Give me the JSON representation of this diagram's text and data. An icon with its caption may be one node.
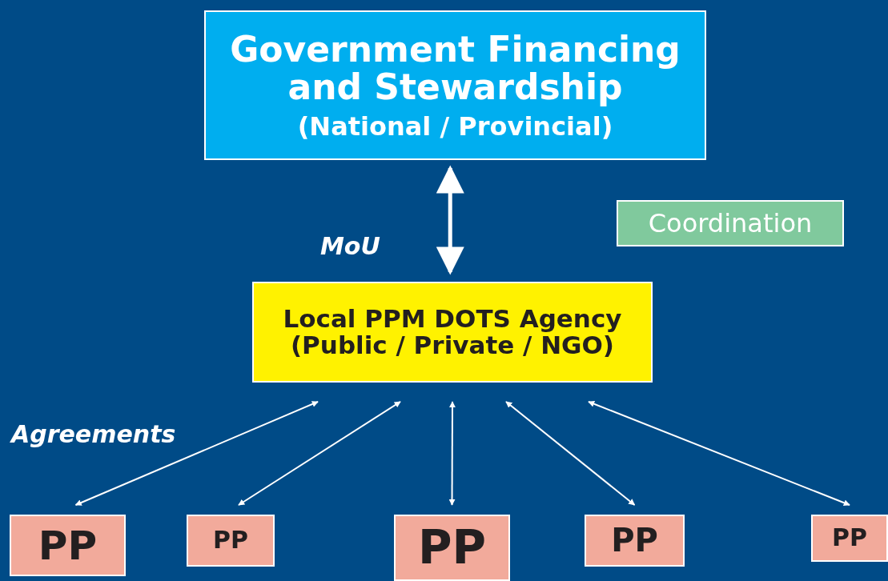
{
  "diagram": {
    "nodes": [
      {
        "text": [
          "Government Financing and Stewardship",
          "(National / Provincial)"
        ]
      },
      {
        "text": [
          "Coordination"
        ]
      },
      {
        "text": [
          "Local PPM DOTS Agency (Public / Private / NGO)"
        ]
      },
      {
        "text": [
          "PP"
        ]
      },
      {
        "text": [
          "PP"
        ]
      },
      {
        "text": [
          "PP"
        ]
      },
      {
        "text": [
          "PP"
        ]
      },
      {
        "text": [
          "PP"
        ]
      }
    ],
    "edges": [
      {
        "from": 0,
        "to": 2,
        "arrow": "both",
        "style": "thick"
      },
      {
        "from": 2,
        "to": 3,
        "arrow": "both"
      },
      {
        "from": 2,
        "to": 4,
        "arrow": "both"
      },
      {
        "from": 2,
        "to": 5,
        "arrow": "both"
      },
      {
        "from": 2,
        "to": 6,
        "arrow": "both"
      },
      {
        "from": 2,
        "to": 7,
        "arrow": "both"
      }
    ],
    "labels": [
      "MoU",
      "Agreements"
    ]
  }
}
